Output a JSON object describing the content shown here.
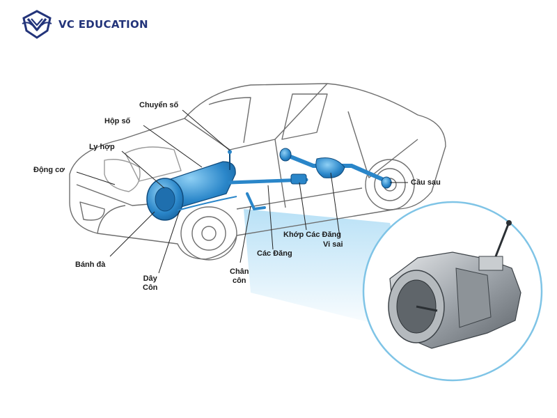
{
  "brand": {
    "name": "VC EDUCATION",
    "color": "#23347a",
    "icon": "vc-education-logo"
  },
  "diagram": {
    "accent_color": "#2a7fc4",
    "labels": {
      "chuyen_so": "Chuyển số",
      "hop_so": "Hộp số",
      "ly_hop": "Ly hợp",
      "dong_co": "Động cơ",
      "banh_da": "Bánh đà",
      "day_con": "Dây\nCôn",
      "chan_con": "Chân\ncôn",
      "cac_dang": "Các Đăng",
      "khop_cac_dang": "Khớp Các Đăng",
      "vi_sai": "Vi sai",
      "cau_sau": "Cầu sau"
    },
    "inset": {
      "subject": "gearbox-assembly-closeup"
    }
  }
}
